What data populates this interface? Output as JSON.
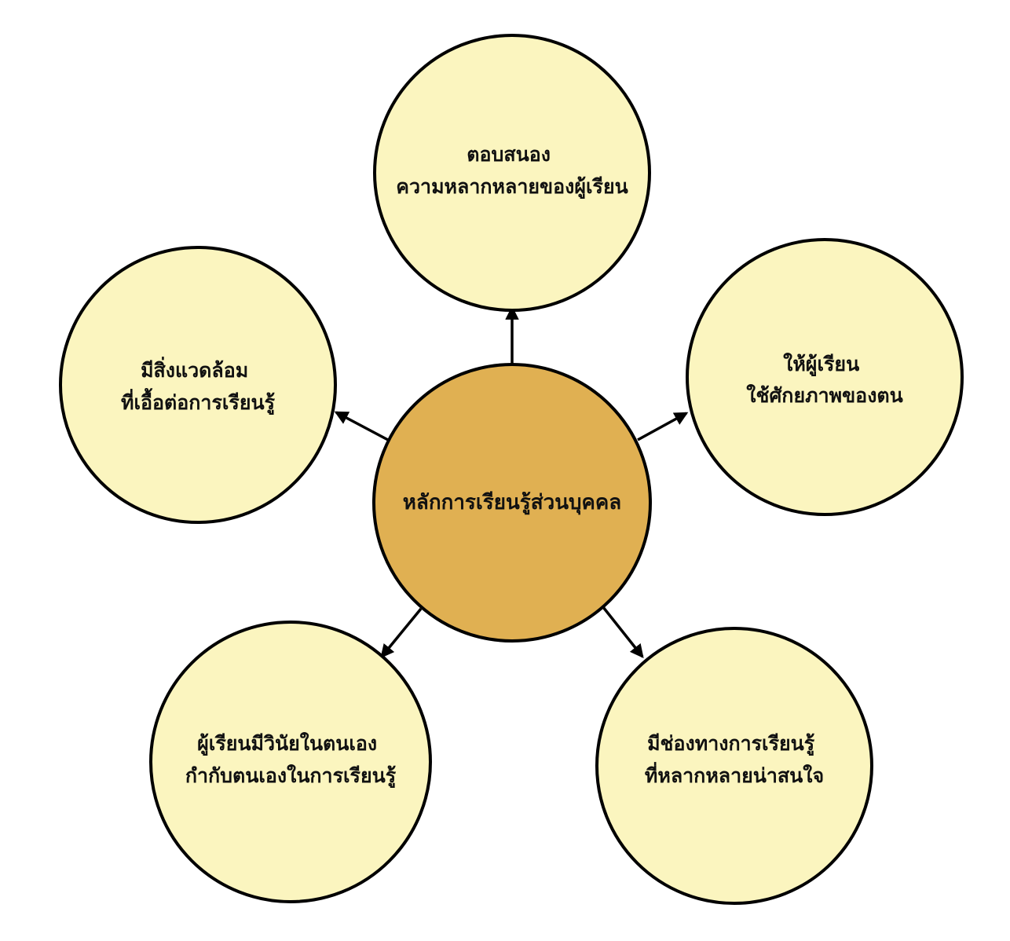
{
  "colors": {
    "center_fill": "#e0b052",
    "node_fill": "#fbf5bf",
    "stroke": "#000000",
    "text": "#111111"
  },
  "center": {
    "label": "หลักการเรียนรู้ส่วนบุคคล"
  },
  "nodes": [
    {
      "id": "top",
      "lines": [
        "ตอบสนอง",
        "ความหลากหลายของผู้เรียน"
      ]
    },
    {
      "id": "right",
      "lines": [
        "ให้ผู้เรียน",
        "ใช้ศักยภาพของตน"
      ]
    },
    {
      "id": "bottom-right",
      "lines": [
        "มีช่องทางการเรียนรู้",
        "ที่หลากหลายน่าสนใจ"
      ]
    },
    {
      "id": "bottom-left",
      "lines": [
        "ผู้เรียนมีวินัยในตนเอง",
        "กำกับตนเองในการเรียนรู้"
      ]
    },
    {
      "id": "left",
      "lines": [
        "มีสิ่งแวดล้อม",
        "ที่เอื้อต่อการเรียนรู้"
      ]
    }
  ]
}
